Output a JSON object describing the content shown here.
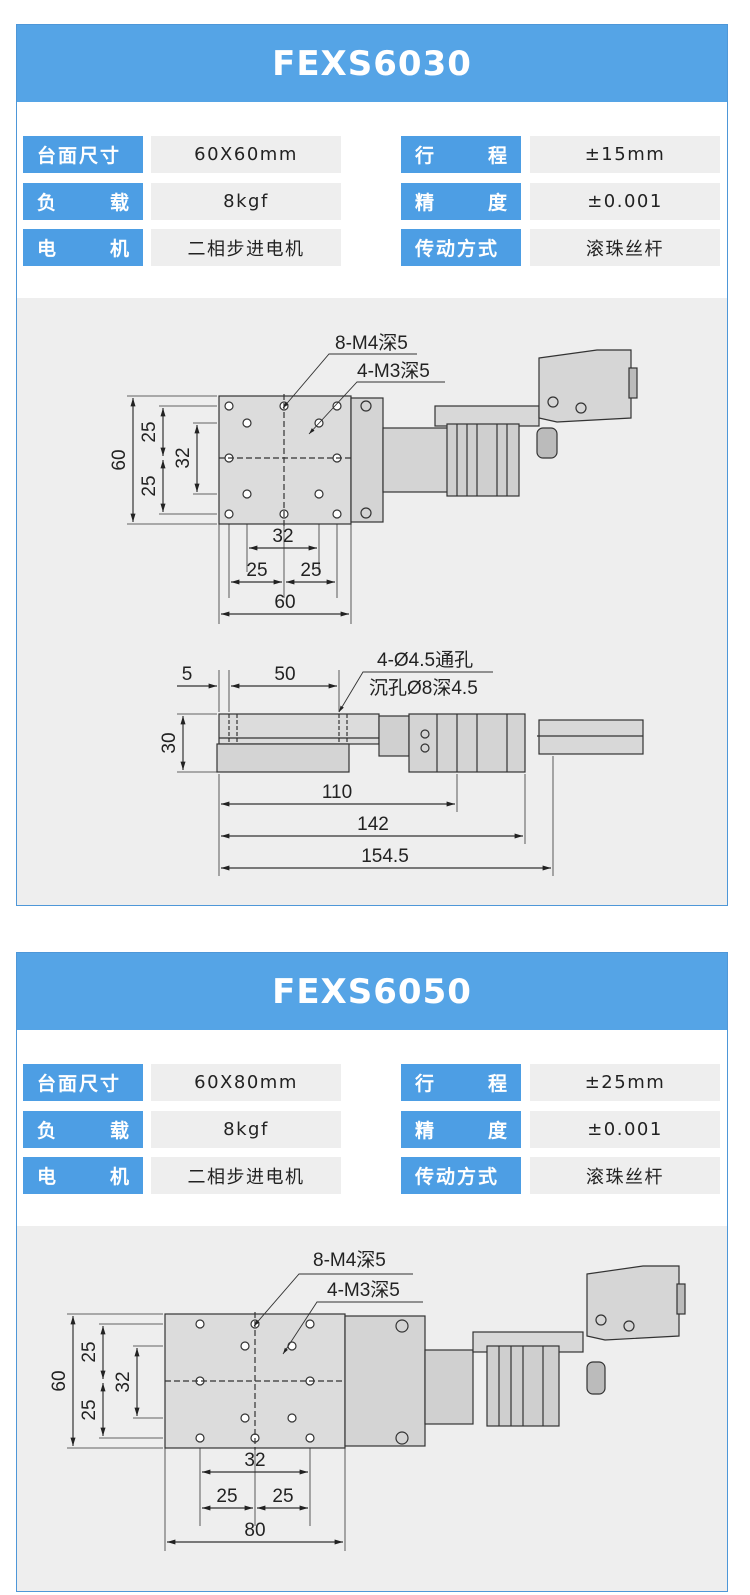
{
  "products": [
    {
      "title": "FEXS6030",
      "specs": [
        {
          "l1": "台面尺寸",
          "v1": "60X60mm",
          "l2": [
            "行",
            "程"
          ],
          "v2": "±15mm"
        },
        {
          "l1": [
            "负",
            "载"
          ],
          "v1": "8kgf",
          "l2": [
            "精",
            "度"
          ],
          "v2": "±0.001"
        },
        {
          "l1": [
            "电",
            "机"
          ],
          "v1": "二相步进电机",
          "l2": "传动方式",
          "v2": "滚珠丝杆"
        }
      ],
      "top_view": {
        "callout_a": "8-M4深5",
        "callout_b": "4-M3深5",
        "dims": {
          "h_outer": "60",
          "h_25a": "25",
          "h_25b": "25",
          "h_32": "32",
          "w_32": "32",
          "w_25a": "25",
          "w_25b": "25",
          "w_total": "60"
        }
      },
      "side_view": {
        "callout_a": "4-Ø4.5通孔",
        "callout_b": "沉孔Ø8深4.5",
        "dims": {
          "d5": "5",
          "d50": "50",
          "d30": "30",
          "d110": "110",
          "d142": "142",
          "d154": "154.5"
        }
      }
    },
    {
      "title": "FEXS6050",
      "specs": [
        {
          "l1": "台面尺寸",
          "v1": "60X80mm",
          "l2": [
            "行",
            "程"
          ],
          "v2": "±25mm"
        },
        {
          "l1": [
            "负",
            "载"
          ],
          "v1": "8kgf",
          "l2": [
            "精",
            "度"
          ],
          "v2": "±0.001"
        },
        {
          "l1": [
            "电",
            "机"
          ],
          "v1": "二相步进电机",
          "l2": "传动方式",
          "v2": "滚珠丝杆"
        }
      ],
      "top_view": {
        "callout_a": "8-M4深5",
        "callout_b": "4-M3深5",
        "dims": {
          "h_outer": "60",
          "h_25a": "25",
          "h_25b": "25",
          "h_32": "32",
          "w_32": "32",
          "w_25a": "25",
          "w_25b": "25",
          "w_total": "80"
        }
      }
    }
  ]
}
